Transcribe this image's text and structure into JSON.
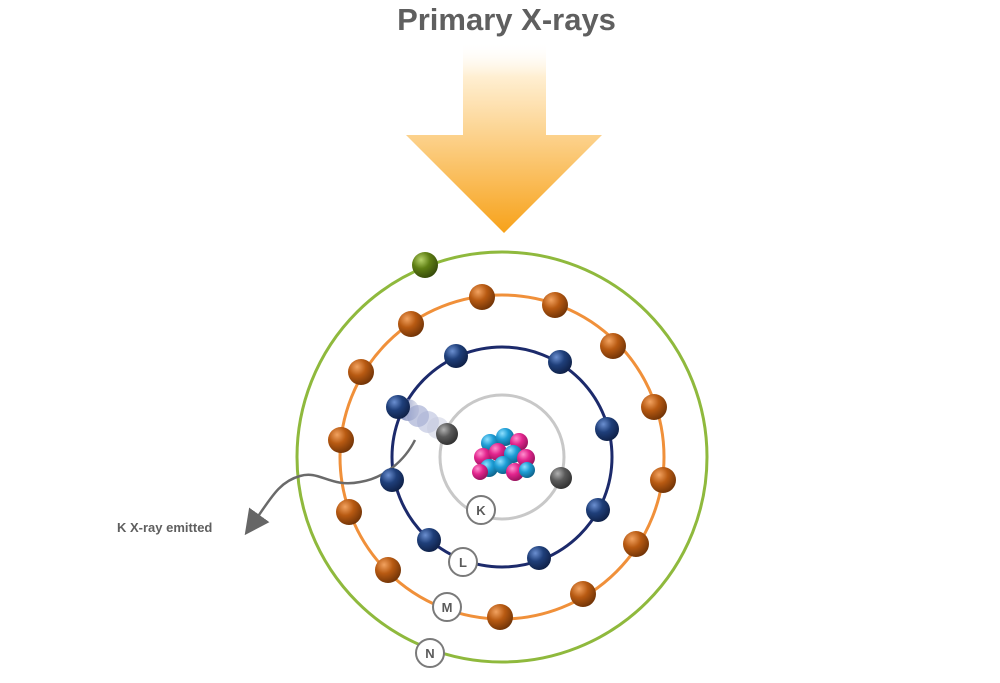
{
  "title": "Primary X-rays",
  "emitted_label": "K X-ray emitted",
  "shells": [
    {
      "label": "K"
    },
    {
      "label": "L"
    },
    {
      "label": "M"
    },
    {
      "label": "N"
    }
  ],
  "colors": {
    "arrow_top": "#ffe9c2",
    "arrow_bottom": "#f7a21a",
    "shell_k": "#c8c8c8",
    "shell_l": "#1c2a6b",
    "shell_m": "#f0903a",
    "shell_n": "#8fb93d",
    "electron_l": "#1f3f7a",
    "electron_m": "#b85a12",
    "electron_n": "#5f7f14",
    "electron_k": "#5a5a5a",
    "proton": "#e3258e",
    "neutron": "#1e9ed6",
    "label": "#5f5f5f"
  }
}
